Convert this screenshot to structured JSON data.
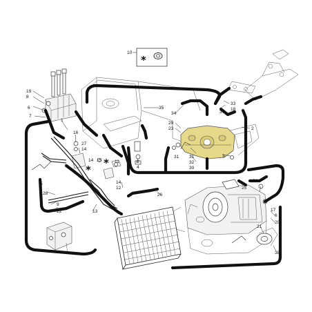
{
  "diagram": {
    "highlight_color": "#e6da8a",
    "line_color": "#111111",
    "callouts": {
      "c10": "10",
      "c19": "19",
      "c8a": "8",
      "c6a": "6",
      "c7": "7",
      "c1": "1",
      "c16": "16",
      "c27": "27",
      "c14a": "14",
      "c14b": "14",
      "c15": "15",
      "c11": "11",
      "c8b": "8",
      "c4": "4",
      "c12": "12",
      "c14c": "14",
      "c5": "5",
      "c28": "28",
      "c9": "9",
      "c22": "22",
      "c13": "13",
      "c26": "26",
      "c35": "35",
      "c34": "34",
      "c33": "33",
      "c18": "18",
      "c37": "37",
      "c29": "29",
      "c23": "23",
      "c2": "2",
      "c31a": "31",
      "c31b": "31",
      "c32": "32",
      "c30": "30",
      "c3": "3",
      "c24": "24",
      "c25": "25",
      "c6b": "6",
      "c17": "17",
      "c20": "20",
      "c21": "21",
      "c38": "38"
    },
    "asterisk": "*"
  }
}
